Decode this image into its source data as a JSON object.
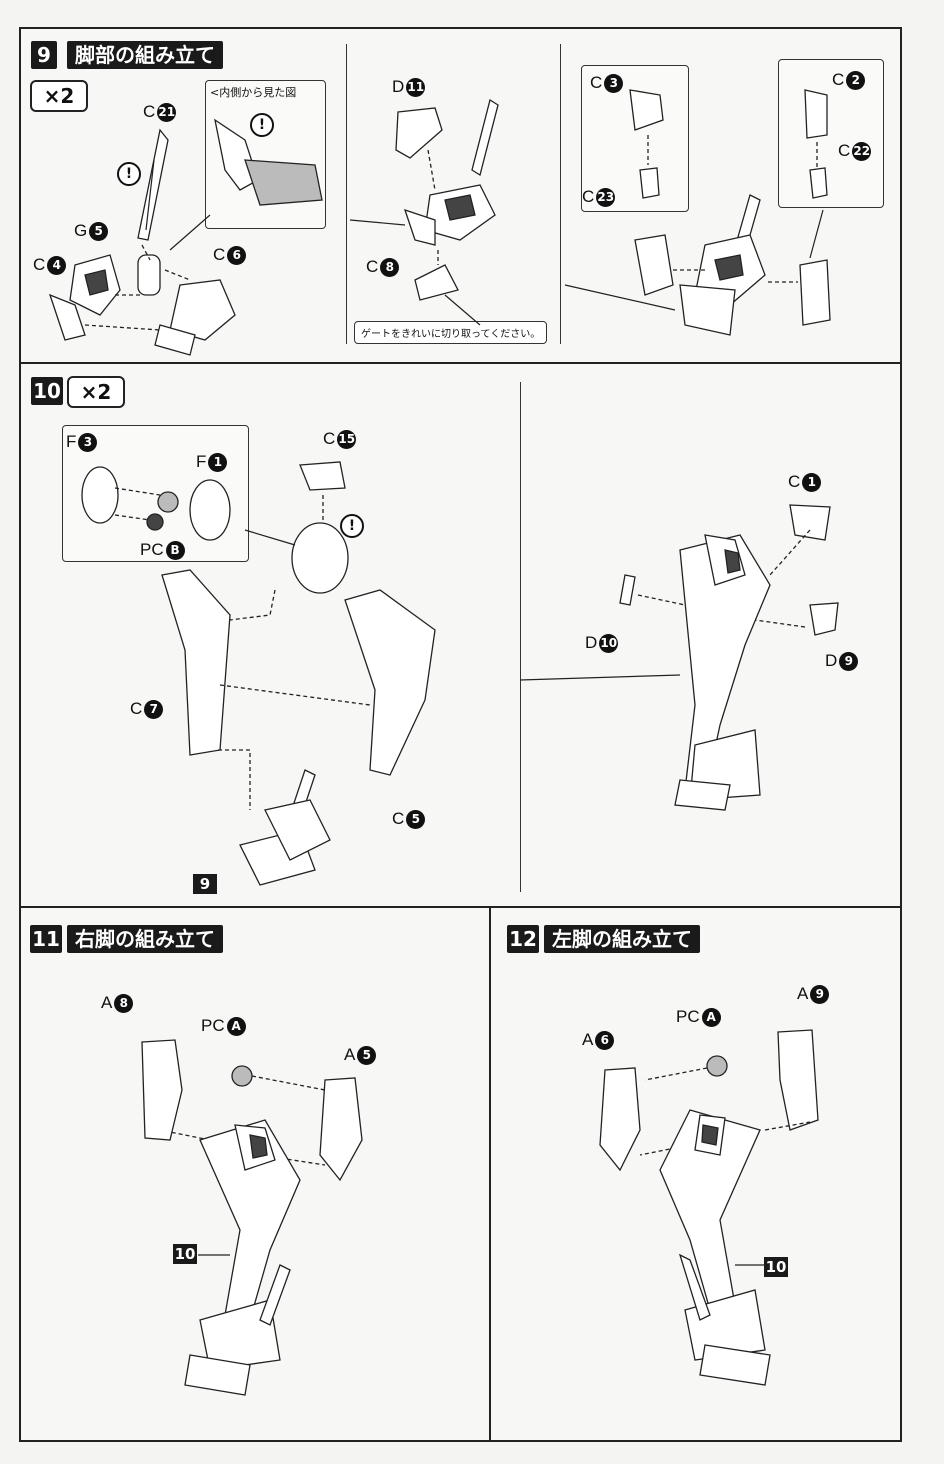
{
  "steps": [
    {
      "number": "9",
      "title": "脚部の組み立て",
      "multiplier": "×2",
      "detail_caption": "<内側から見た図",
      "gate_note": "ゲートをきれいに切り取ってください。",
      "parts": [
        {
          "letter": "C",
          "num": "21"
        },
        {
          "letter": "G",
          "num": "5"
        },
        {
          "letter": "C",
          "num": "4"
        },
        {
          "letter": "C",
          "num": "6"
        },
        {
          "letter": "D",
          "num": "11"
        },
        {
          "letter": "C",
          "num": "8"
        },
        {
          "letter": "C",
          "num": "3"
        },
        {
          "letter": "C",
          "num": "23"
        },
        {
          "letter": "C",
          "num": "2"
        },
        {
          "letter": "C",
          "num": "22"
        }
      ]
    },
    {
      "number": "10",
      "multiplier": "×2",
      "parts": [
        {
          "letter": "F",
          "num": "3"
        },
        {
          "letter": "F",
          "num": "1"
        },
        {
          "letter": "PC",
          "num": "B"
        },
        {
          "letter": "C",
          "num": "15"
        },
        {
          "letter": "C",
          "num": "7"
        },
        {
          "letter": "C",
          "num": "5"
        },
        {
          "letter": "C",
          "num": "1"
        },
        {
          "letter": "D",
          "num": "10"
        },
        {
          "letter": "D",
          "num": "9"
        }
      ],
      "ref": "9"
    },
    {
      "number": "11",
      "title": "右脚の組み立て",
      "parts": [
        {
          "letter": "A",
          "num": "8"
        },
        {
          "letter": "PC",
          "num": "A"
        },
        {
          "letter": "A",
          "num": "5"
        }
      ],
      "ref": "10"
    },
    {
      "number": "12",
      "title": "左脚の組み立て",
      "parts": [
        {
          "letter": "A",
          "num": "6"
        },
        {
          "letter": "PC",
          "num": "A"
        },
        {
          "letter": "A",
          "num": "9"
        }
      ],
      "ref": "10"
    }
  ],
  "warning_symbol": "!"
}
